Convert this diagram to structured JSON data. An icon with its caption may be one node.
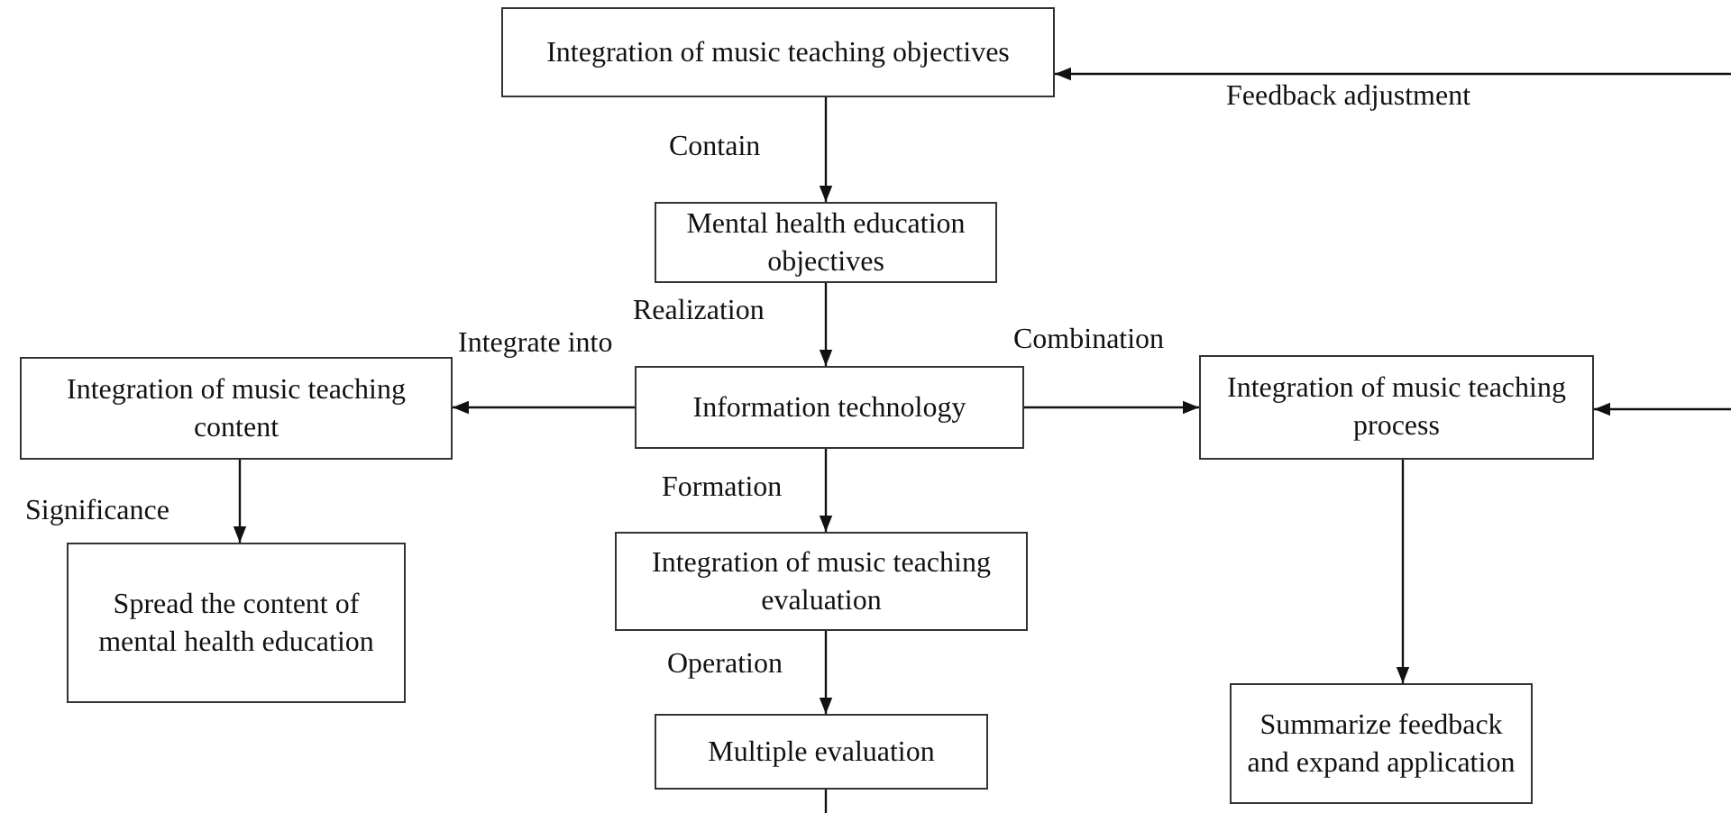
{
  "diagram": {
    "nodes": [
      {
        "text": [
          "Integration of music teaching objectives"
        ]
      },
      {
        "text": [
          "Mental health education objectives"
        ]
      },
      {
        "text": [
          "Information technology"
        ]
      },
      {
        "text": [
          "Integration of music teaching content"
        ]
      },
      {
        "text": [
          "Integration of music teaching process"
        ]
      },
      {
        "text": [
          "Spread the content of mental health education"
        ]
      },
      {
        "text": [
          "Integration of music teaching evaluation"
        ]
      },
      {
        "text": [
          "Multiple evaluation"
        ]
      },
      {
        "text": [
          "Summarize feedback and expand application"
        ]
      }
    ],
    "edges": [
      {
        "from": 0,
        "to": 1,
        "arrow": "to",
        "label": "Contain"
      },
      {
        "from": 1,
        "to": 2,
        "arrow": "to",
        "label": "Realization"
      },
      {
        "from": 2,
        "to": 3,
        "arrow": "to",
        "label": "Integrate into"
      },
      {
        "from": 2,
        "to": 4,
        "arrow": "to",
        "label": "Combination"
      },
      {
        "from": 3,
        "to": 5,
        "arrow": "to",
        "label": "Significance"
      },
      {
        "from": 2,
        "to": 6,
        "arrow": "to",
        "label": "Formation"
      },
      {
        "from": 6,
        "to": 7,
        "arrow": "to",
        "label": "Operation"
      },
      {
        "from": 4,
        "to": 8,
        "arrow": "to"
      },
      {
        "from": null,
        "to": 0,
        "arrow": "to",
        "label": "Feedback adjustment"
      },
      {
        "from": null,
        "to": 4,
        "arrow": "to"
      },
      {
        "from": 7,
        "to": null,
        "arrow": "none"
      }
    ]
  }
}
